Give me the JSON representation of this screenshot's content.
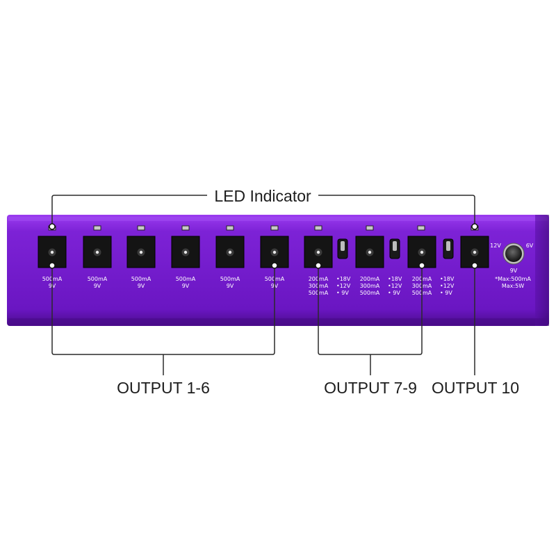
{
  "labels": {
    "led_indicator": "LED Indicator",
    "output_1_6": "OUTPUT 1-6",
    "output_7_9": "OUTPUT 7-9",
    "output_10": "OUTPUT 10"
  },
  "outputs_1_6": [
    {
      "spec": [
        "500mA",
        "9V"
      ]
    },
    {
      "spec": [
        "500mA",
        "9V"
      ]
    },
    {
      "spec": [
        "500mA",
        "9V"
      ]
    },
    {
      "spec": [
        "500mA",
        "9V"
      ]
    },
    {
      "spec": [
        "500mA",
        "9V"
      ]
    },
    {
      "spec": [
        "500mA",
        "9V"
      ]
    }
  ],
  "outputs_7_9": [
    {
      "currents": [
        "200mA",
        "300mA",
        "500mA"
      ],
      "voltages": [
        "•18V",
        "•12V",
        "•  9V"
      ]
    },
    {
      "currents": [
        "200mA",
        "300mA",
        "500mA"
      ],
      "voltages": [
        "•18V",
        "•12V",
        "•  9V"
      ]
    },
    {
      "currents": [
        "200mA",
        "300mA",
        "500mA"
      ],
      "voltages": [
        "•18V",
        "•12V",
        "•  9V"
      ]
    }
  ],
  "output_10": {
    "dial_labels": {
      "left": "12V",
      "right": "6V",
      "bottom": "9V"
    },
    "spec": [
      "*Max:500mA",
      "Max:5W"
    ]
  },
  "colors": {
    "body": "#7a1fd0",
    "body_dark": "#4a0c8a",
    "jack": "#141414",
    "led": "#c9c9c9",
    "line": "#2a2a2a"
  }
}
